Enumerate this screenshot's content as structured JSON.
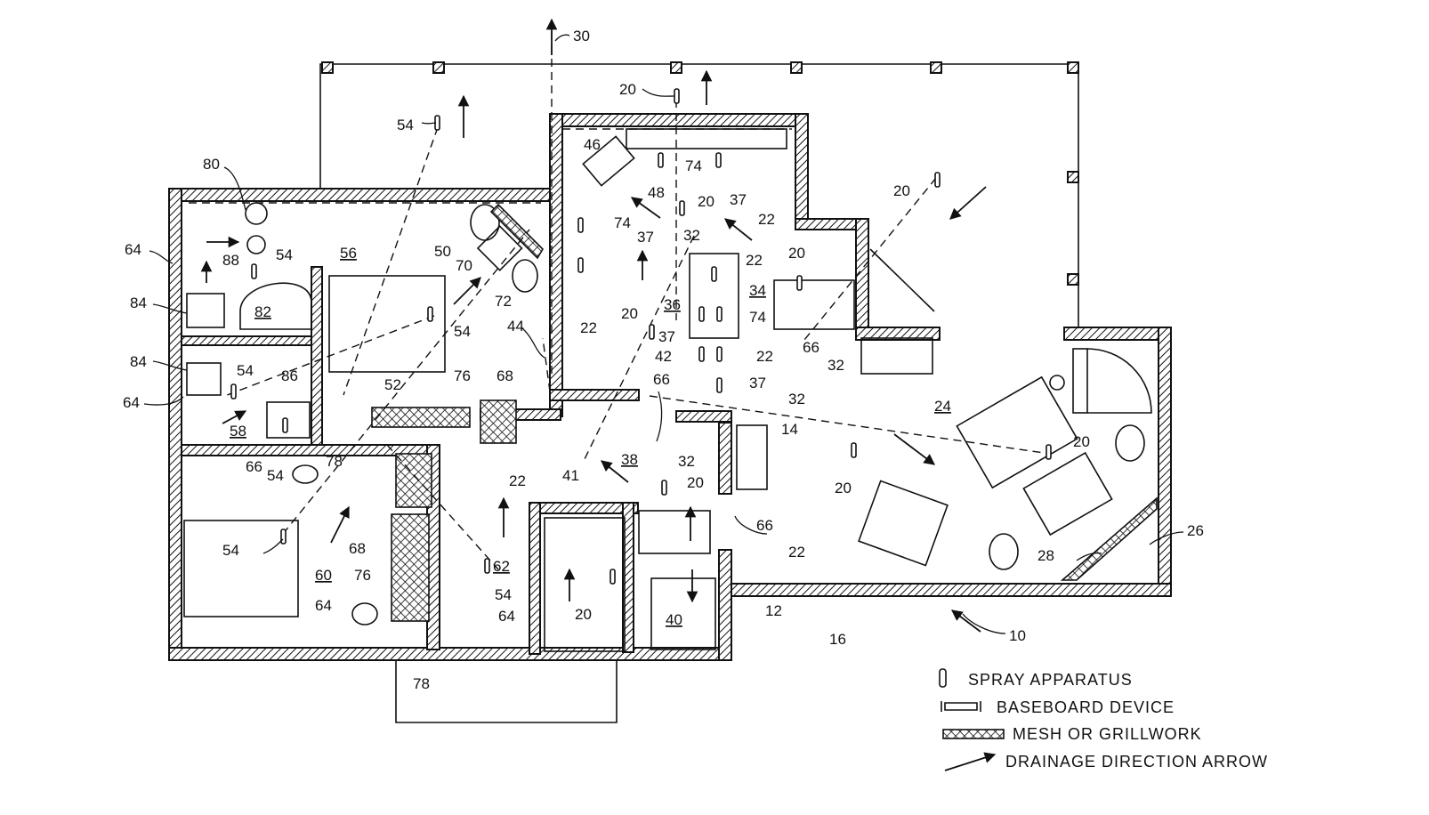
{
  "figure": {
    "reference_numbers": [
      {
        "id": "n30",
        "text": "30"
      },
      {
        "id": "n20a",
        "text": "20"
      },
      {
        "id": "n54a",
        "text": "54"
      },
      {
        "id": "n46",
        "text": "46"
      },
      {
        "id": "n74a",
        "text": "74"
      },
      {
        "id": "n80",
        "text": "80"
      },
      {
        "id": "n48",
        "text": "48"
      },
      {
        "id": "n37a",
        "text": "37"
      },
      {
        "id": "n20b",
        "text": "20"
      },
      {
        "id": "n22a",
        "text": "22"
      },
      {
        "id": "n20c",
        "text": "20"
      },
      {
        "id": "n70",
        "text": "70"
      },
      {
        "id": "n74b",
        "text": "74"
      },
      {
        "id": "n32a",
        "text": "32"
      },
      {
        "id": "n64a",
        "text": "64"
      },
      {
        "id": "n56",
        "text": "56"
      },
      {
        "id": "n50",
        "text": "50"
      },
      {
        "id": "n37b",
        "text": "37"
      },
      {
        "id": "n22b",
        "text": "22"
      },
      {
        "id": "n20d",
        "text": "20"
      },
      {
        "id": "n88",
        "text": "88"
      },
      {
        "id": "n54b",
        "text": "54"
      },
      {
        "id": "n72",
        "text": "72"
      },
      {
        "id": "n34",
        "text": "34"
      },
      {
        "id": "n84a",
        "text": "84"
      },
      {
        "id": "n82",
        "text": "82"
      },
      {
        "id": "n36",
        "text": "36"
      },
      {
        "id": "n74c",
        "text": "74"
      },
      {
        "id": "n54c",
        "text": "54"
      },
      {
        "id": "n44",
        "text": "44"
      },
      {
        "id": "n22c",
        "text": "22"
      },
      {
        "id": "n20e",
        "text": "20"
      },
      {
        "id": "n37c",
        "text": "37"
      },
      {
        "id": "n84b",
        "text": "84"
      },
      {
        "id": "n54d",
        "text": "54"
      },
      {
        "id": "n86",
        "text": "86"
      },
      {
        "id": "n52",
        "text": "52"
      },
      {
        "id": "n76a",
        "text": "76"
      },
      {
        "id": "n68a",
        "text": "68"
      },
      {
        "id": "n42",
        "text": "42"
      },
      {
        "id": "n22d",
        "text": "22"
      },
      {
        "id": "n66a",
        "text": "66"
      },
      {
        "id": "n32b",
        "text": "32"
      },
      {
        "id": "n64b",
        "text": "64"
      },
      {
        "id": "n66b",
        "text": "66"
      },
      {
        "id": "n37d",
        "text": "37"
      },
      {
        "id": "n24",
        "text": "24"
      },
      {
        "id": "n58",
        "text": "58"
      },
      {
        "id": "n32c",
        "text": "32"
      },
      {
        "id": "n14",
        "text": "14"
      },
      {
        "id": "n20f",
        "text": "20"
      },
      {
        "id": "n54e",
        "text": "54"
      },
      {
        "id": "n78a",
        "text": "78"
      },
      {
        "id": "n41",
        "text": "41"
      },
      {
        "id": "n38",
        "text": "38"
      },
      {
        "id": "n66c",
        "text": "66"
      },
      {
        "id": "n32d",
        "text": "32"
      },
      {
        "id": "n20g",
        "text": "20"
      },
      {
        "id": "n22e",
        "text": "22"
      },
      {
        "id": "n20h",
        "text": "20"
      },
      {
        "id": "n54f",
        "text": "54"
      },
      {
        "id": "n68b",
        "text": "68"
      },
      {
        "id": "n66d",
        "text": "66"
      },
      {
        "id": "n26",
        "text": "26"
      },
      {
        "id": "n22f",
        "text": "22"
      },
      {
        "id": "n28",
        "text": "28"
      },
      {
        "id": "n62",
        "text": "62"
      },
      {
        "id": "n60",
        "text": "60"
      },
      {
        "id": "n76b",
        "text": "76"
      },
      {
        "id": "n54g",
        "text": "54"
      },
      {
        "id": "n64c",
        "text": "64"
      },
      {
        "id": "n64d",
        "text": "64"
      },
      {
        "id": "n20i",
        "text": "20"
      },
      {
        "id": "n40",
        "text": "40"
      },
      {
        "id": "n12",
        "text": "12"
      },
      {
        "id": "n16",
        "text": "16"
      },
      {
        "id": "n10",
        "text": "10"
      },
      {
        "id": "n78b",
        "text": "78"
      }
    ]
  },
  "legend": {
    "spray": "SPRAY APPARATUS",
    "baseboard": "BASEBOARD DEVICE",
    "mesh": "MESH OR GRILLWORK",
    "drainage": "DRAINAGE DIRECTION ARROW"
  }
}
